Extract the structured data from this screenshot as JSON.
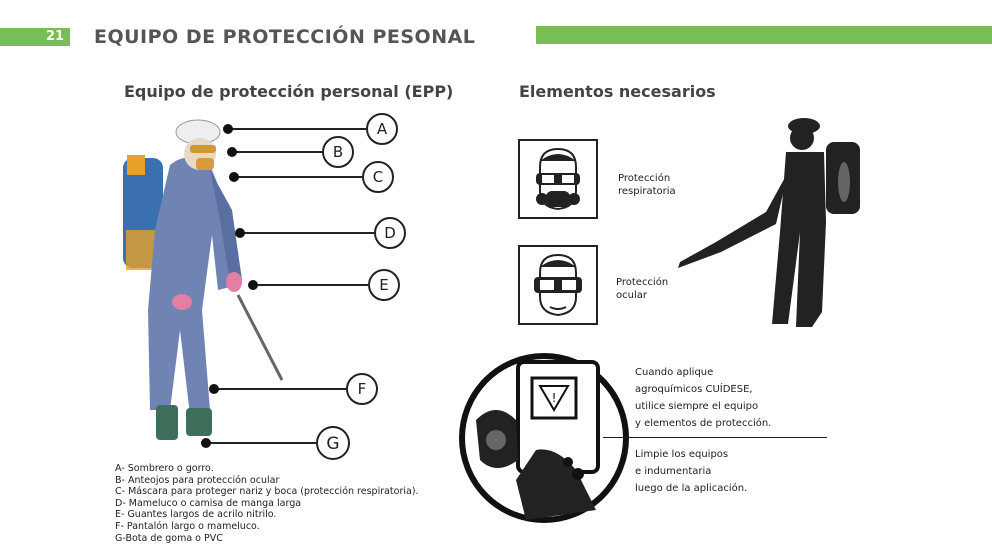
{
  "header": {
    "page_number": "21",
    "title": "EQUIPO DE PROTECCIÓN PESONAL",
    "accent_color": "#78bd55"
  },
  "left": {
    "title": "Equipo de protección personal (EPP)",
    "labels": [
      "A",
      "B",
      "C",
      "D",
      "E",
      "F",
      "G"
    ],
    "legend": [
      "A- Sombrero o gorro.",
      "B- Anteojos para protección ocular",
      "C- Máscara para proteger nariz y boca  (protección respiratoria).",
      "D- Mameluco o camisa de manga larga",
      "E- Guantes largos de acrilo nitrilo.",
      "F-  Pantalón largo o mameluco.",
      "G-Bota de goma o PVC"
    ]
  },
  "right": {
    "title": "Elementos necesarios",
    "respiratory": [
      "Protección",
      "respiratoria"
    ],
    "ocular": [
      "Protección",
      "ocular"
    ],
    "warning": [
      "Cuando aplique",
      "agroquímicos  CUÍDESE,",
      "utilice siempre  el equipo",
      "y elementos de protección."
    ],
    "cleanup": [
      "Limpie los equipos",
      "e indumentaria",
      "luego de la aplicación."
    ]
  }
}
